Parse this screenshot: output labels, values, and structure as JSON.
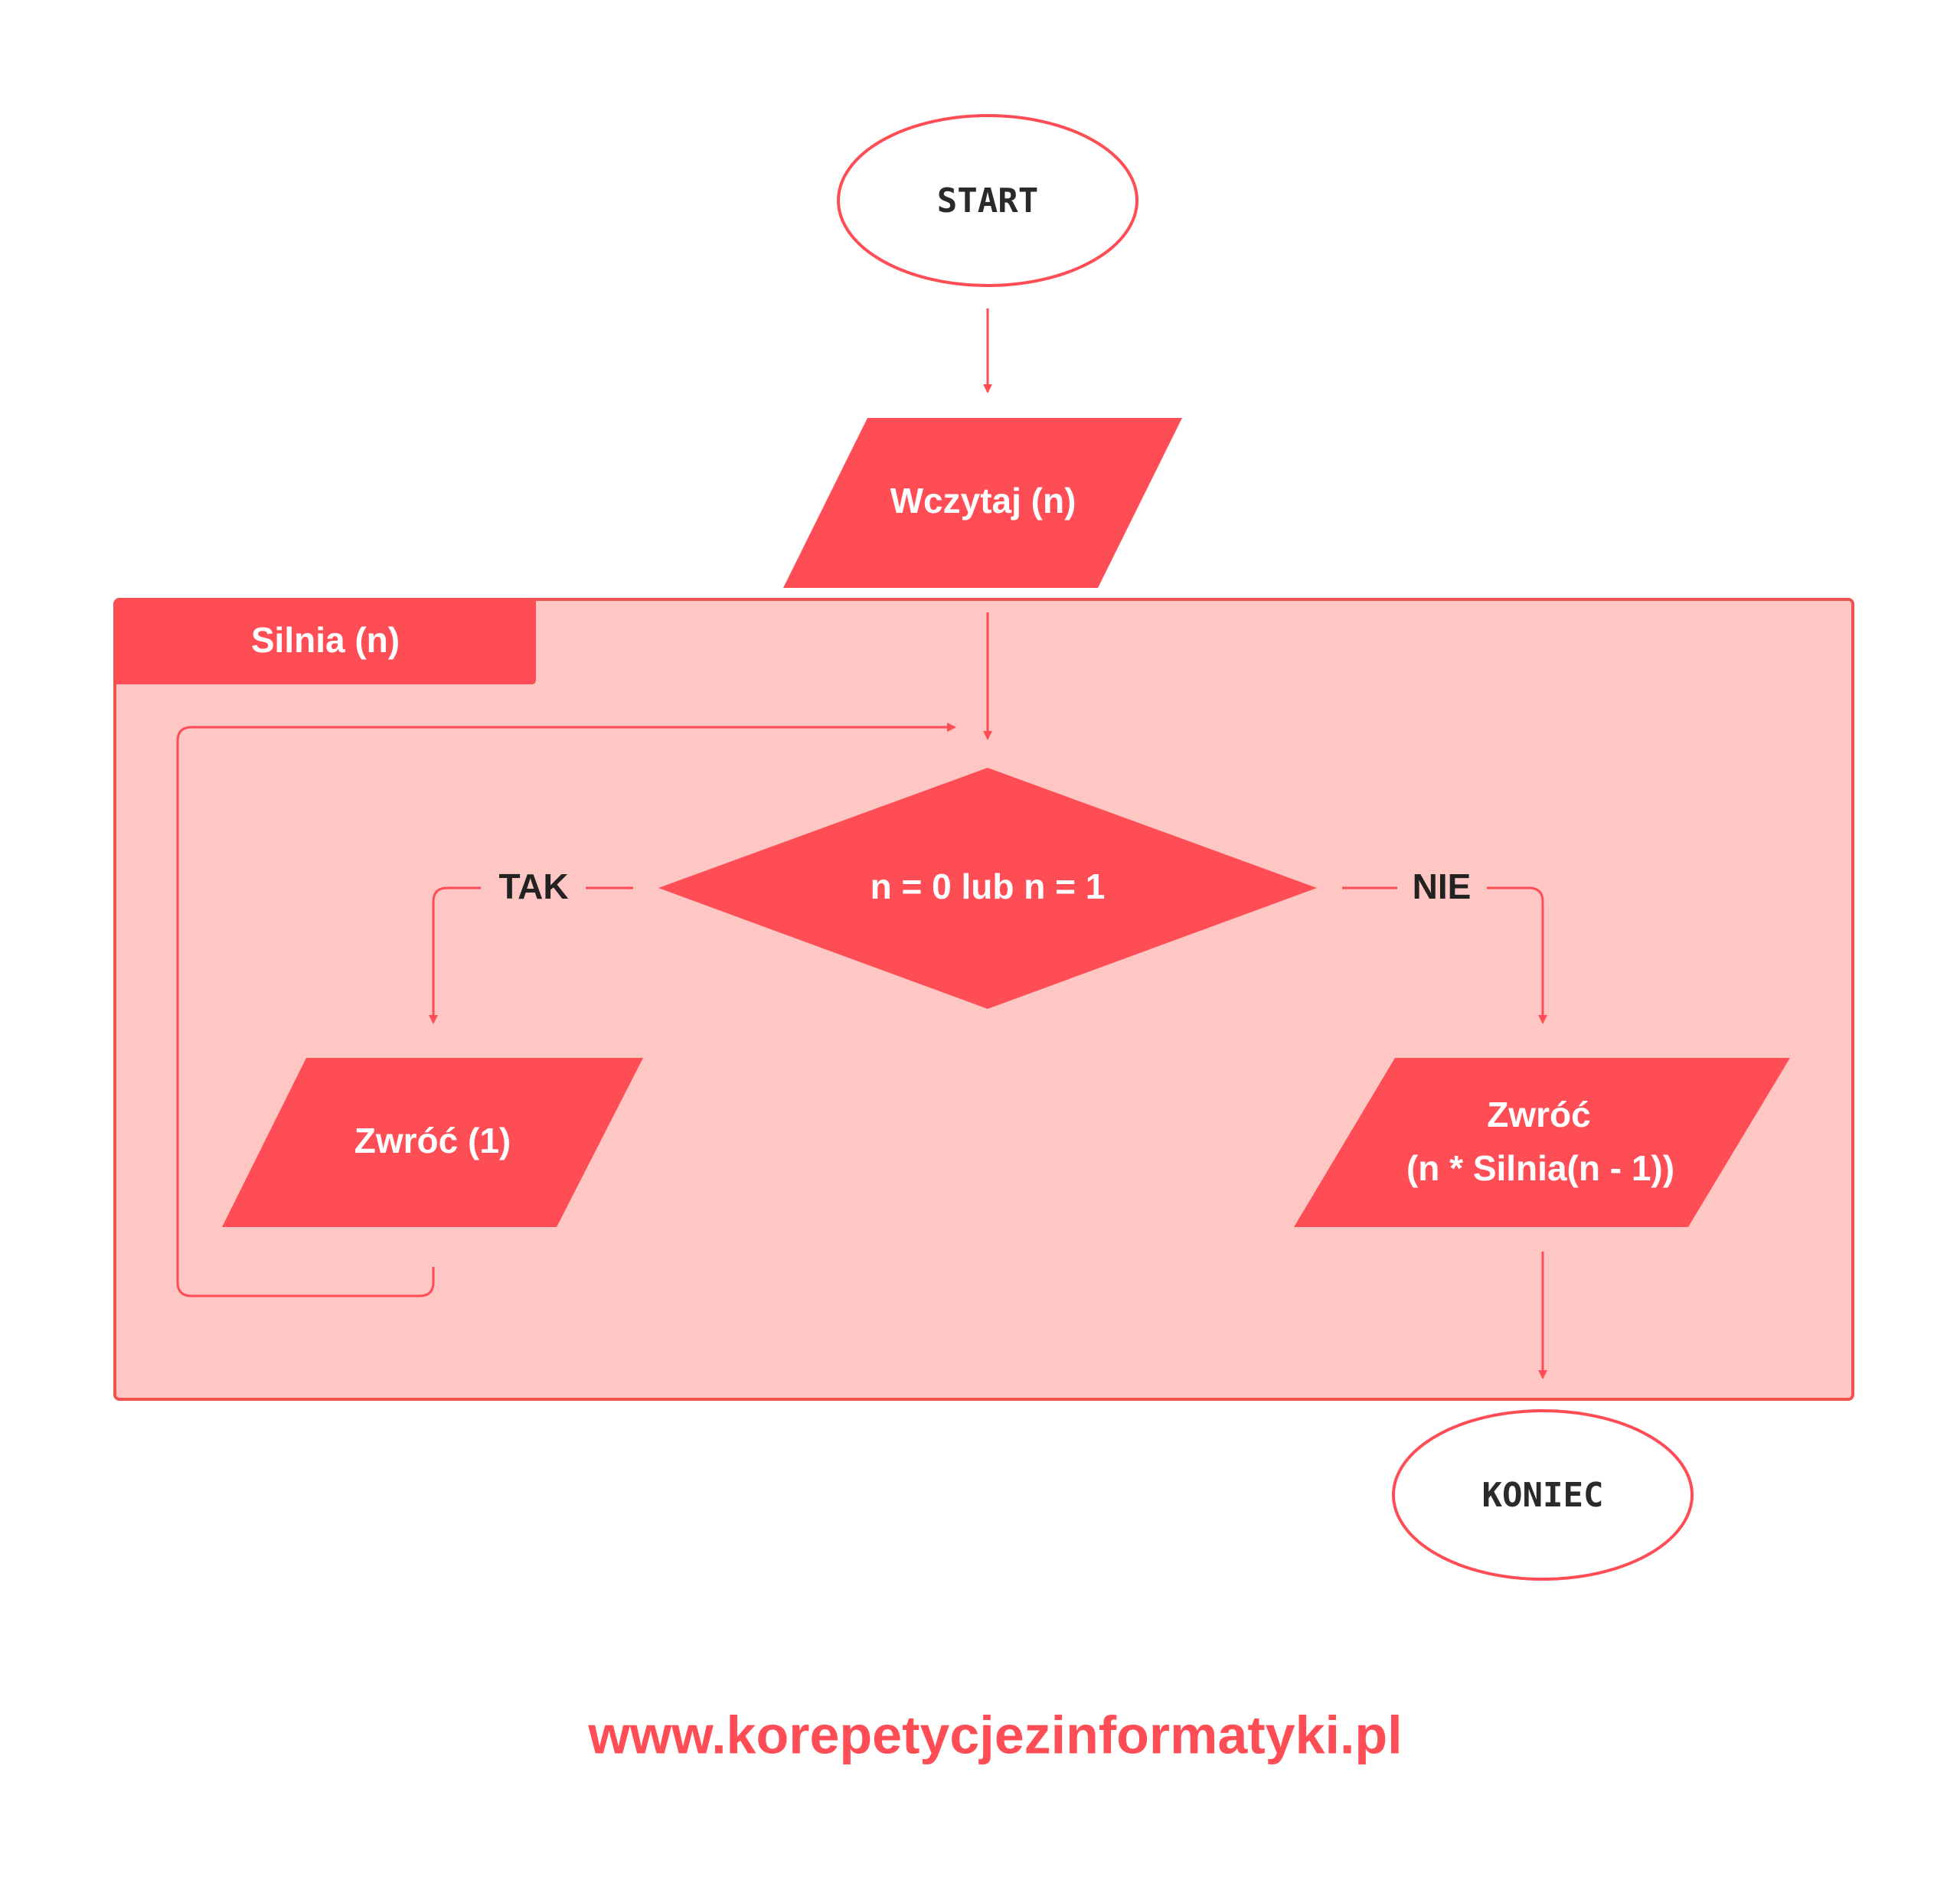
{
  "colors": {
    "accent": "#ff4d55",
    "region_fill": "#ffc7c4",
    "region_border": "#f0524d",
    "terminal_fill": "#ffffff",
    "label_dark": "#222222"
  },
  "diagram": {
    "start": {
      "label": "START"
    },
    "input": {
      "label": "Wczytaj (n)"
    },
    "function_box": {
      "title": "Silnia (n)"
    },
    "decision": {
      "label": "n = 0 lub n = 1",
      "yes_label": "TAK",
      "no_label": "NIE"
    },
    "return_one": {
      "label": "Zwróć (1)"
    },
    "return_recursive": {
      "line1": "Zwróć",
      "line2": "(n * Silnia(n - 1))"
    },
    "end": {
      "label": "KONIEC"
    }
  },
  "footer": {
    "url": "www.korepetycjezinformatyki.pl"
  }
}
